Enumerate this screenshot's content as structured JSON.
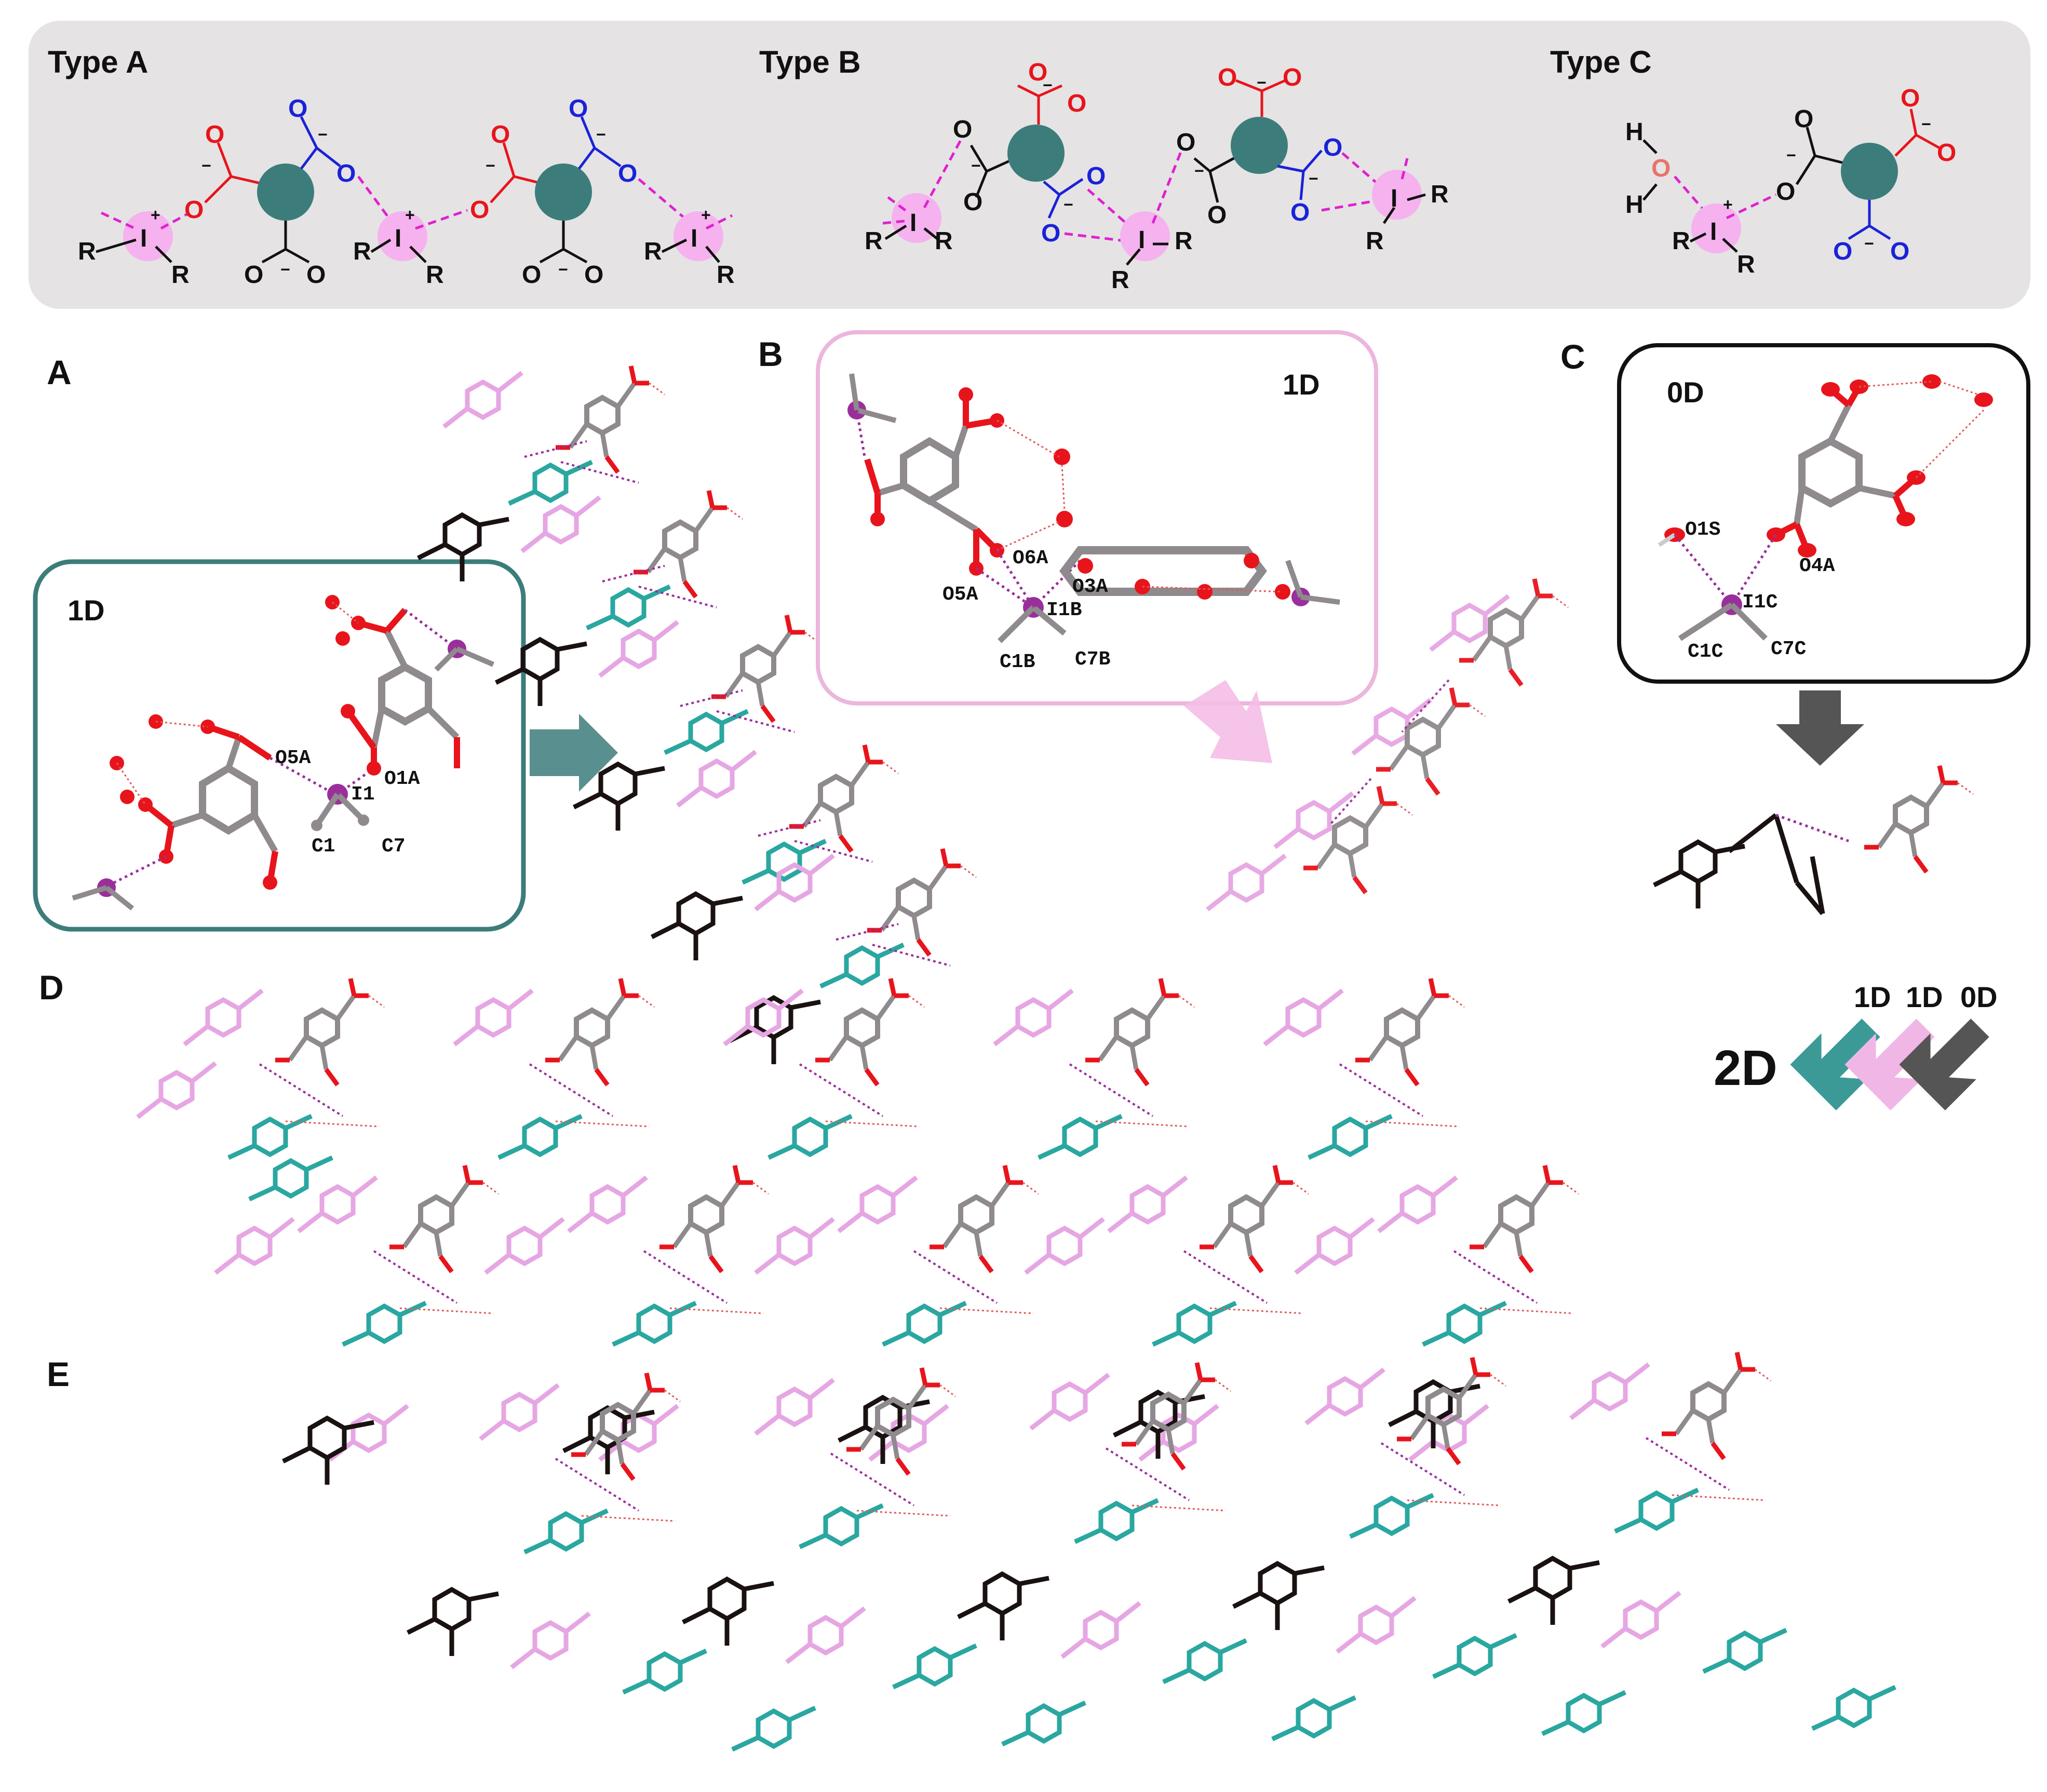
{
  "scheme": {
    "types": [
      "Type A",
      "Type B",
      "Type C"
    ],
    "substituent": "R",
    "iodine": "I",
    "oxygen": "O",
    "hydrogen": "H",
    "charge_plus": "+",
    "charge_minus": "−"
  },
  "panels": {
    "A": "A",
    "B": "B",
    "C": "C",
    "D": "D",
    "E": "E"
  },
  "insets": {
    "A_dim": "1D",
    "B_dim": "1D",
    "C_dim": "0D"
  },
  "atom_labels": {
    "A": [
      "O5A",
      "O1A",
      "I1",
      "C1",
      "C7"
    ],
    "B": [
      "O6A",
      "O5A",
      "O3A",
      "I1B",
      "C1B",
      "C7B"
    ],
    "C": [
      "O1S",
      "O4A",
      "I1C",
      "C1C",
      "C7C"
    ]
  },
  "legend": {
    "result": "2D",
    "inputs": [
      "1D",
      "1D",
      "0D"
    ]
  },
  "colors": {
    "teal": "#3c7d7b",
    "teal_light": "#2aa7a0",
    "pink": "#ecb6dd",
    "pink_bright": "#e46ee4",
    "magenta_dash": "#e020d0",
    "oxygen_red": "#e8141c",
    "oxygen_blue": "#1a22d8",
    "gray_panel": "#e5e3e4",
    "black": "#111111"
  }
}
